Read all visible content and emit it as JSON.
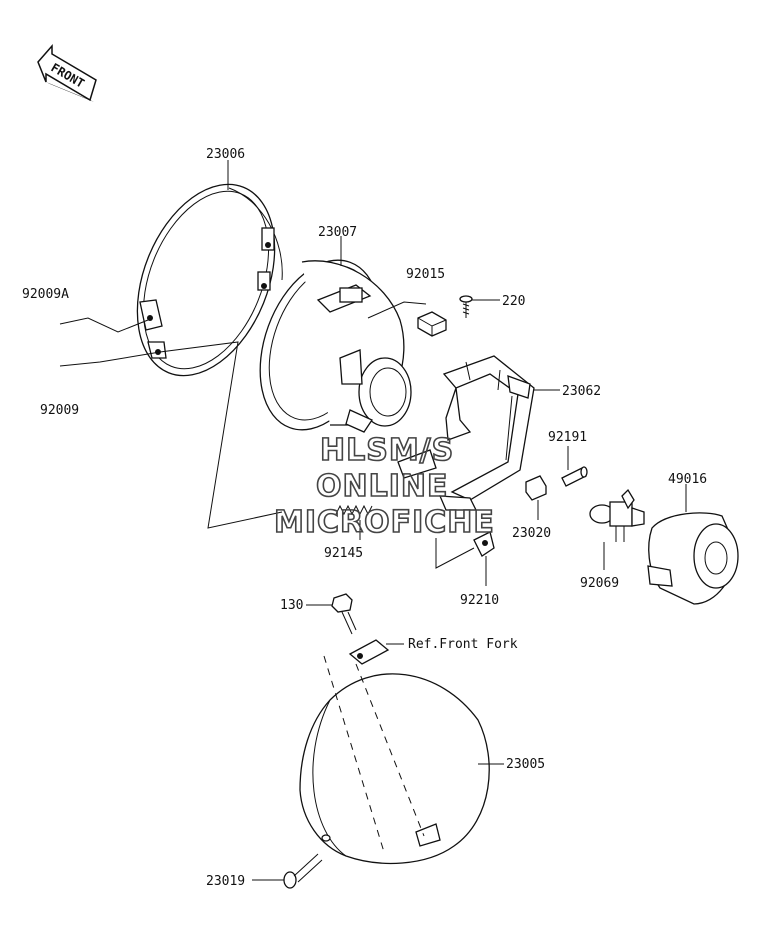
{
  "front_arrow": {
    "label": "FRONT"
  },
  "watermark": {
    "lines": [
      "HLSM/S",
      "ONLINE",
      "MICROFICHE"
    ]
  },
  "callouts": {
    "p23006": "23006",
    "p23007": "23007",
    "p92009A": "92009A",
    "p92009": "92009",
    "p92015": "92015",
    "p220": "220",
    "p23062": "23062",
    "p92191": "92191",
    "p49016": "49016",
    "p23020": "23020",
    "p92145": "92145",
    "p92210": "92210",
    "p92069": "92069",
    "p130": "130",
    "ref_front_fork": "Ref.Front Fork",
    "p23005": "23005",
    "p23019": "23019"
  }
}
